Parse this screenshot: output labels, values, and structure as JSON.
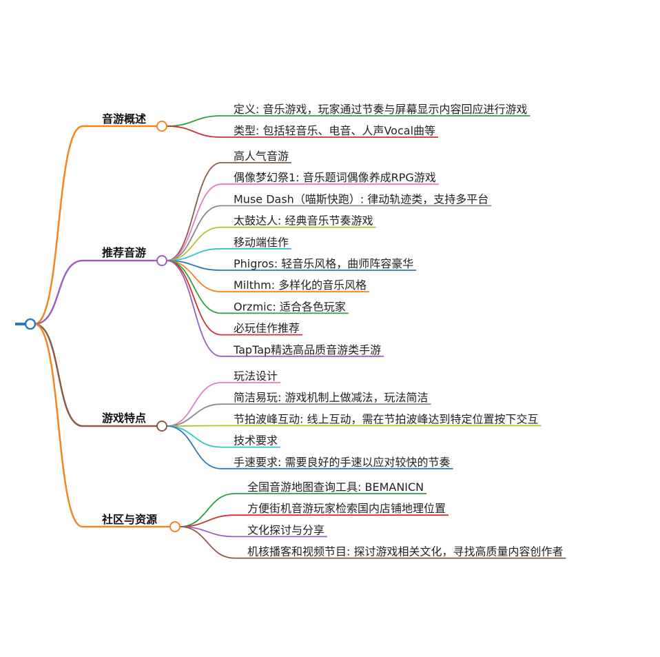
{
  "branches": [
    {
      "label": "音游概述",
      "color": "#f5841f",
      "leaves": [
        {
          "text": "定义: 音乐游戏，玩家通过节奏与屏幕显示内容回应进行游戏",
          "color": "#2e9e3c"
        },
        {
          "text": "类型: 包括轻音乐、电音、人声Vocal曲等",
          "color": "#d0302f"
        }
      ]
    },
    {
      "label": "推荐音游",
      "color": "#9a5fbf",
      "leaves": [
        {
          "text": "高人气音游",
          "color": "#8b5a46"
        },
        {
          "text": "偶像梦幻祭1: 音乐题词偶像养成RPG游戏",
          "color": "#e87ac4"
        },
        {
          "text": "Muse Dash（喵斯快跑）: 律动轨迹类，支持多平台",
          "color": "#888888"
        },
        {
          "text": "太鼓达人: 经典音乐节奏游戏",
          "color": "#b9bd2e"
        },
        {
          "text": "移动端佳作",
          "color": "#2ec4cf"
        },
        {
          "text": "Phigros: 轻音乐风格，曲师阵容豪华",
          "color": "#2a7ab8"
        },
        {
          "text": "Milthm: 多样化的音乐风格",
          "color": "#f5841f"
        },
        {
          "text": "Orzmic: 适合各色玩家",
          "color": "#2e9e3c"
        },
        {
          "text": "必玩佳作推荐",
          "color": "#d0302f"
        },
        {
          "text": "TapTap精选高品质音游类手游",
          "color": "#9a5fbf"
        }
      ]
    },
    {
      "label": "游戏特点",
      "color": "#8b5a46",
      "leaves": [
        {
          "text": "玩法设计",
          "color": "#e87ac4"
        },
        {
          "text": "简洁易玩: 游戏机制上做减法，玩法简洁",
          "color": "#888888"
        },
        {
          "text": "节拍波峰互动: 线上互动，需在节拍波峰达到特定位置按下交互",
          "color": "#b9bd2e"
        },
        {
          "text": "技术要求",
          "color": "#2ec4cf"
        },
        {
          "text": "手速要求: 需要良好的手速以应对较快的节奏",
          "color": "#2a7ab8"
        }
      ]
    },
    {
      "label": "社区与资源",
      "color": "#f5841f",
      "leaves": [
        {
          "text": "全国音游地图查询工具: BEMANICN",
          "color": "#2e9e3c"
        },
        {
          "text": "方便街机音游玩家检索国内店铺地理位置",
          "color": "#d0302f"
        },
        {
          "text": "文化探讨与分享",
          "color": "#9a5fbf"
        },
        {
          "text": "机核播客和视频节目: 探讨游戏相关文化，寻找高质量内容创作者",
          "color": "#8b5a46"
        }
      ]
    }
  ],
  "root_color": "#2a7ab8"
}
